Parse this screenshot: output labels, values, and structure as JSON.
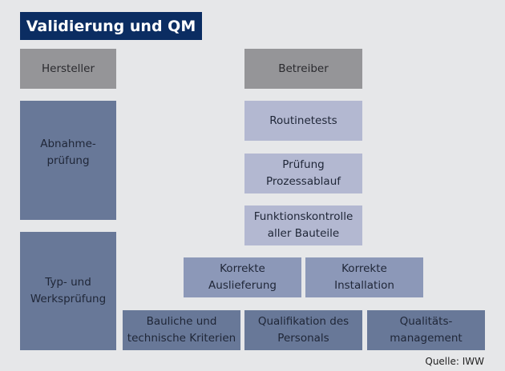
{
  "title": "Validierung und QM",
  "columns": {
    "left": "Hersteller",
    "right": "Betreiber"
  },
  "boxes": {
    "abnahme": "Abnahme-\nprüfung",
    "typ": "Typ- und\nWerksprüfung",
    "routinetests": "Routinetests",
    "pruefung": "Prüfung\nProzessablauf",
    "funktion": "Funktionskontrolle\naller Bauteile",
    "auslieferung": "Korrekte\nAuslieferung",
    "installation": "Korrekte\nInstallation",
    "bauliche": "Bauliche und\ntechnische Kriterien",
    "personal": "Qualifikation des\nPersonals",
    "qm": "Qualitäts-\nmanagement"
  },
  "source": "Quelle: IWW",
  "colors": {
    "title": "#0b2d62",
    "header": "#959598",
    "dark": "#687898",
    "mid": "#8c98b8",
    "light": "#b3b8d1"
  }
}
